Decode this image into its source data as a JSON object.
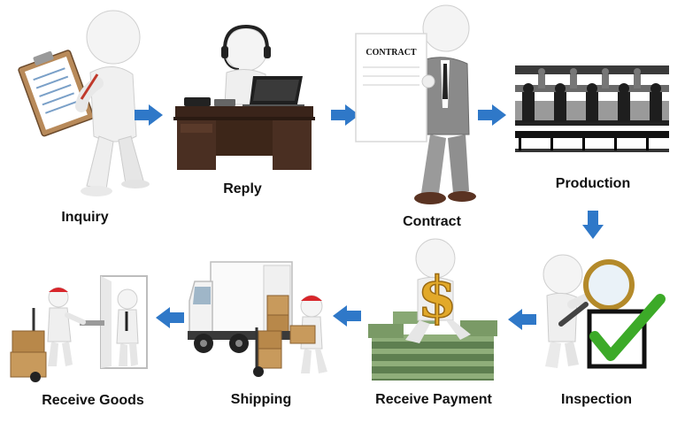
{
  "colors": {
    "arrow": "#2f78c8",
    "figure": "#f2f2f2",
    "figure_shade": "#cfcfcf",
    "wood": "#4a2f22",
    "box": "#c89a5c",
    "cap": "#d8262b",
    "check": "#3caa28",
    "gold": "#e2a92a",
    "money": "#6b8f5a",
    "dark": "#222222"
  },
  "steps": [
    {
      "label": "Inquiry",
      "icon": "clipboard-figure-icon"
    },
    {
      "label": "Reply",
      "icon": "headset-desk-figure-icon"
    },
    {
      "label": "Contract",
      "icon": "contract-figure-icon",
      "sign_text": "CONTRACT"
    },
    {
      "label": "Production",
      "icon": "assembly-line-icon"
    },
    {
      "label": "Inspection",
      "icon": "magnifier-check-icon"
    },
    {
      "label": "Receive Payment",
      "icon": "money-pile-figure-icon"
    },
    {
      "label": "Shipping",
      "icon": "delivery-truck-icon"
    },
    {
      "label": "Receive Goods",
      "icon": "door-delivery-icon"
    }
  ]
}
